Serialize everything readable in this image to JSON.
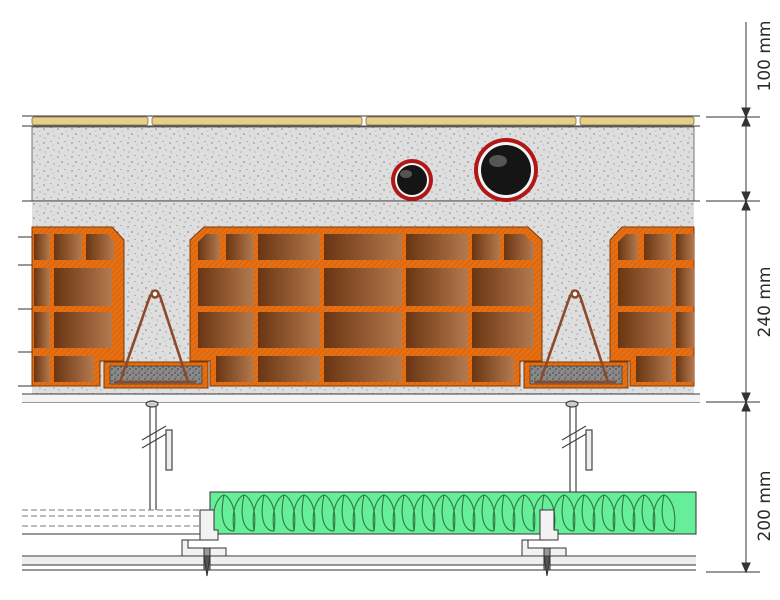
{
  "dimensions": [
    {
      "label": "100 mm"
    },
    {
      "label": "240 mm"
    },
    {
      "label": "200 mm"
    }
  ],
  "colors": {
    "screed": "#e7cf8a",
    "concrete": "#dcdcdc",
    "brick_outline": "#e36d10",
    "brick_cell_dark": "#6a3512",
    "brick_cell_light": "#b07245",
    "rebar": "#8b4a2a",
    "pipe_ring": "#b01818",
    "insulation": "#66ee99",
    "insulation_line": "#2f7a45"
  },
  "icons": [
    "brick-block",
    "rebar-truss",
    "pipe",
    "insulation-wave",
    "hanger-rod",
    "profile-clip",
    "screw"
  ]
}
